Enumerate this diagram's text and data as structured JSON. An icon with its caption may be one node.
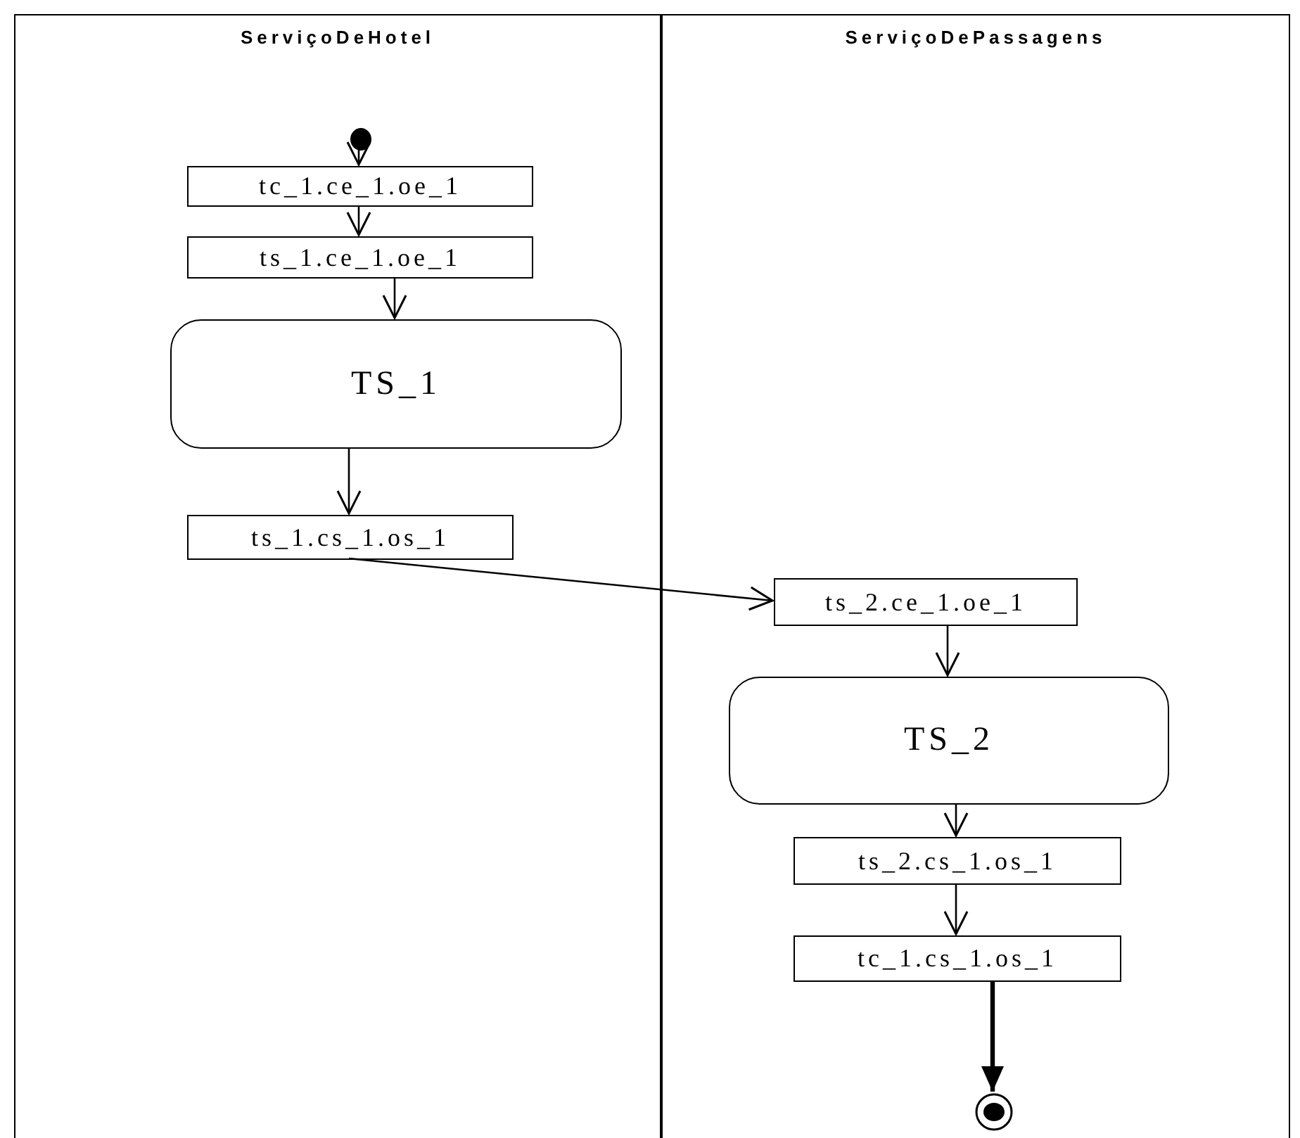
{
  "diagram": {
    "nodes": [
      {
        "text": [
          "ServiçoDeHotel"
        ]
      },
      {
        "text": [
          "ServiçoDePassagens"
        ]
      },
      {
        "text": [],
        "shape": "circle",
        "in": 0
      },
      {
        "text": [
          "tc_1.ce_1.oe_1"
        ],
        "in": 0
      },
      {
        "text": [
          "ts_1.ce_1.oe_1"
        ],
        "in": 0
      },
      {
        "text": [
          "TS_1"
        ],
        "in": 0
      },
      {
        "text": [
          "ts_1.cs_1.os_1"
        ],
        "in": 0
      },
      {
        "text": [
          "ts_2.ce_1.oe_1"
        ],
        "in": 1
      },
      {
        "text": [
          "TS_2"
        ],
        "in": 1
      },
      {
        "text": [
          "ts_2.cs_1.os_1"
        ],
        "in": 1
      },
      {
        "text": [
          "tc_1.cs_1.os_1"
        ],
        "in": 1
      },
      {
        "text": [],
        "shape": "circle",
        "in": 1
      }
    ],
    "edges": [
      {
        "from": 2,
        "to": 3,
        "arrow": "to"
      },
      {
        "from": 3,
        "to": 4,
        "arrow": "to"
      },
      {
        "from": 4,
        "to": 5,
        "arrow": "to"
      },
      {
        "from": 5,
        "to": 6,
        "arrow": "to"
      },
      {
        "from": 6,
        "to": 7,
        "arrow": "to"
      },
      {
        "from": 7,
        "to": 8,
        "arrow": "to"
      },
      {
        "from": 8,
        "to": 9,
        "arrow": "to"
      },
      {
        "from": 9,
        "to": 10,
        "arrow": "to"
      },
      {
        "from": 10,
        "to": 11,
        "arrow": "to",
        "style": "thick"
      }
    ]
  }
}
